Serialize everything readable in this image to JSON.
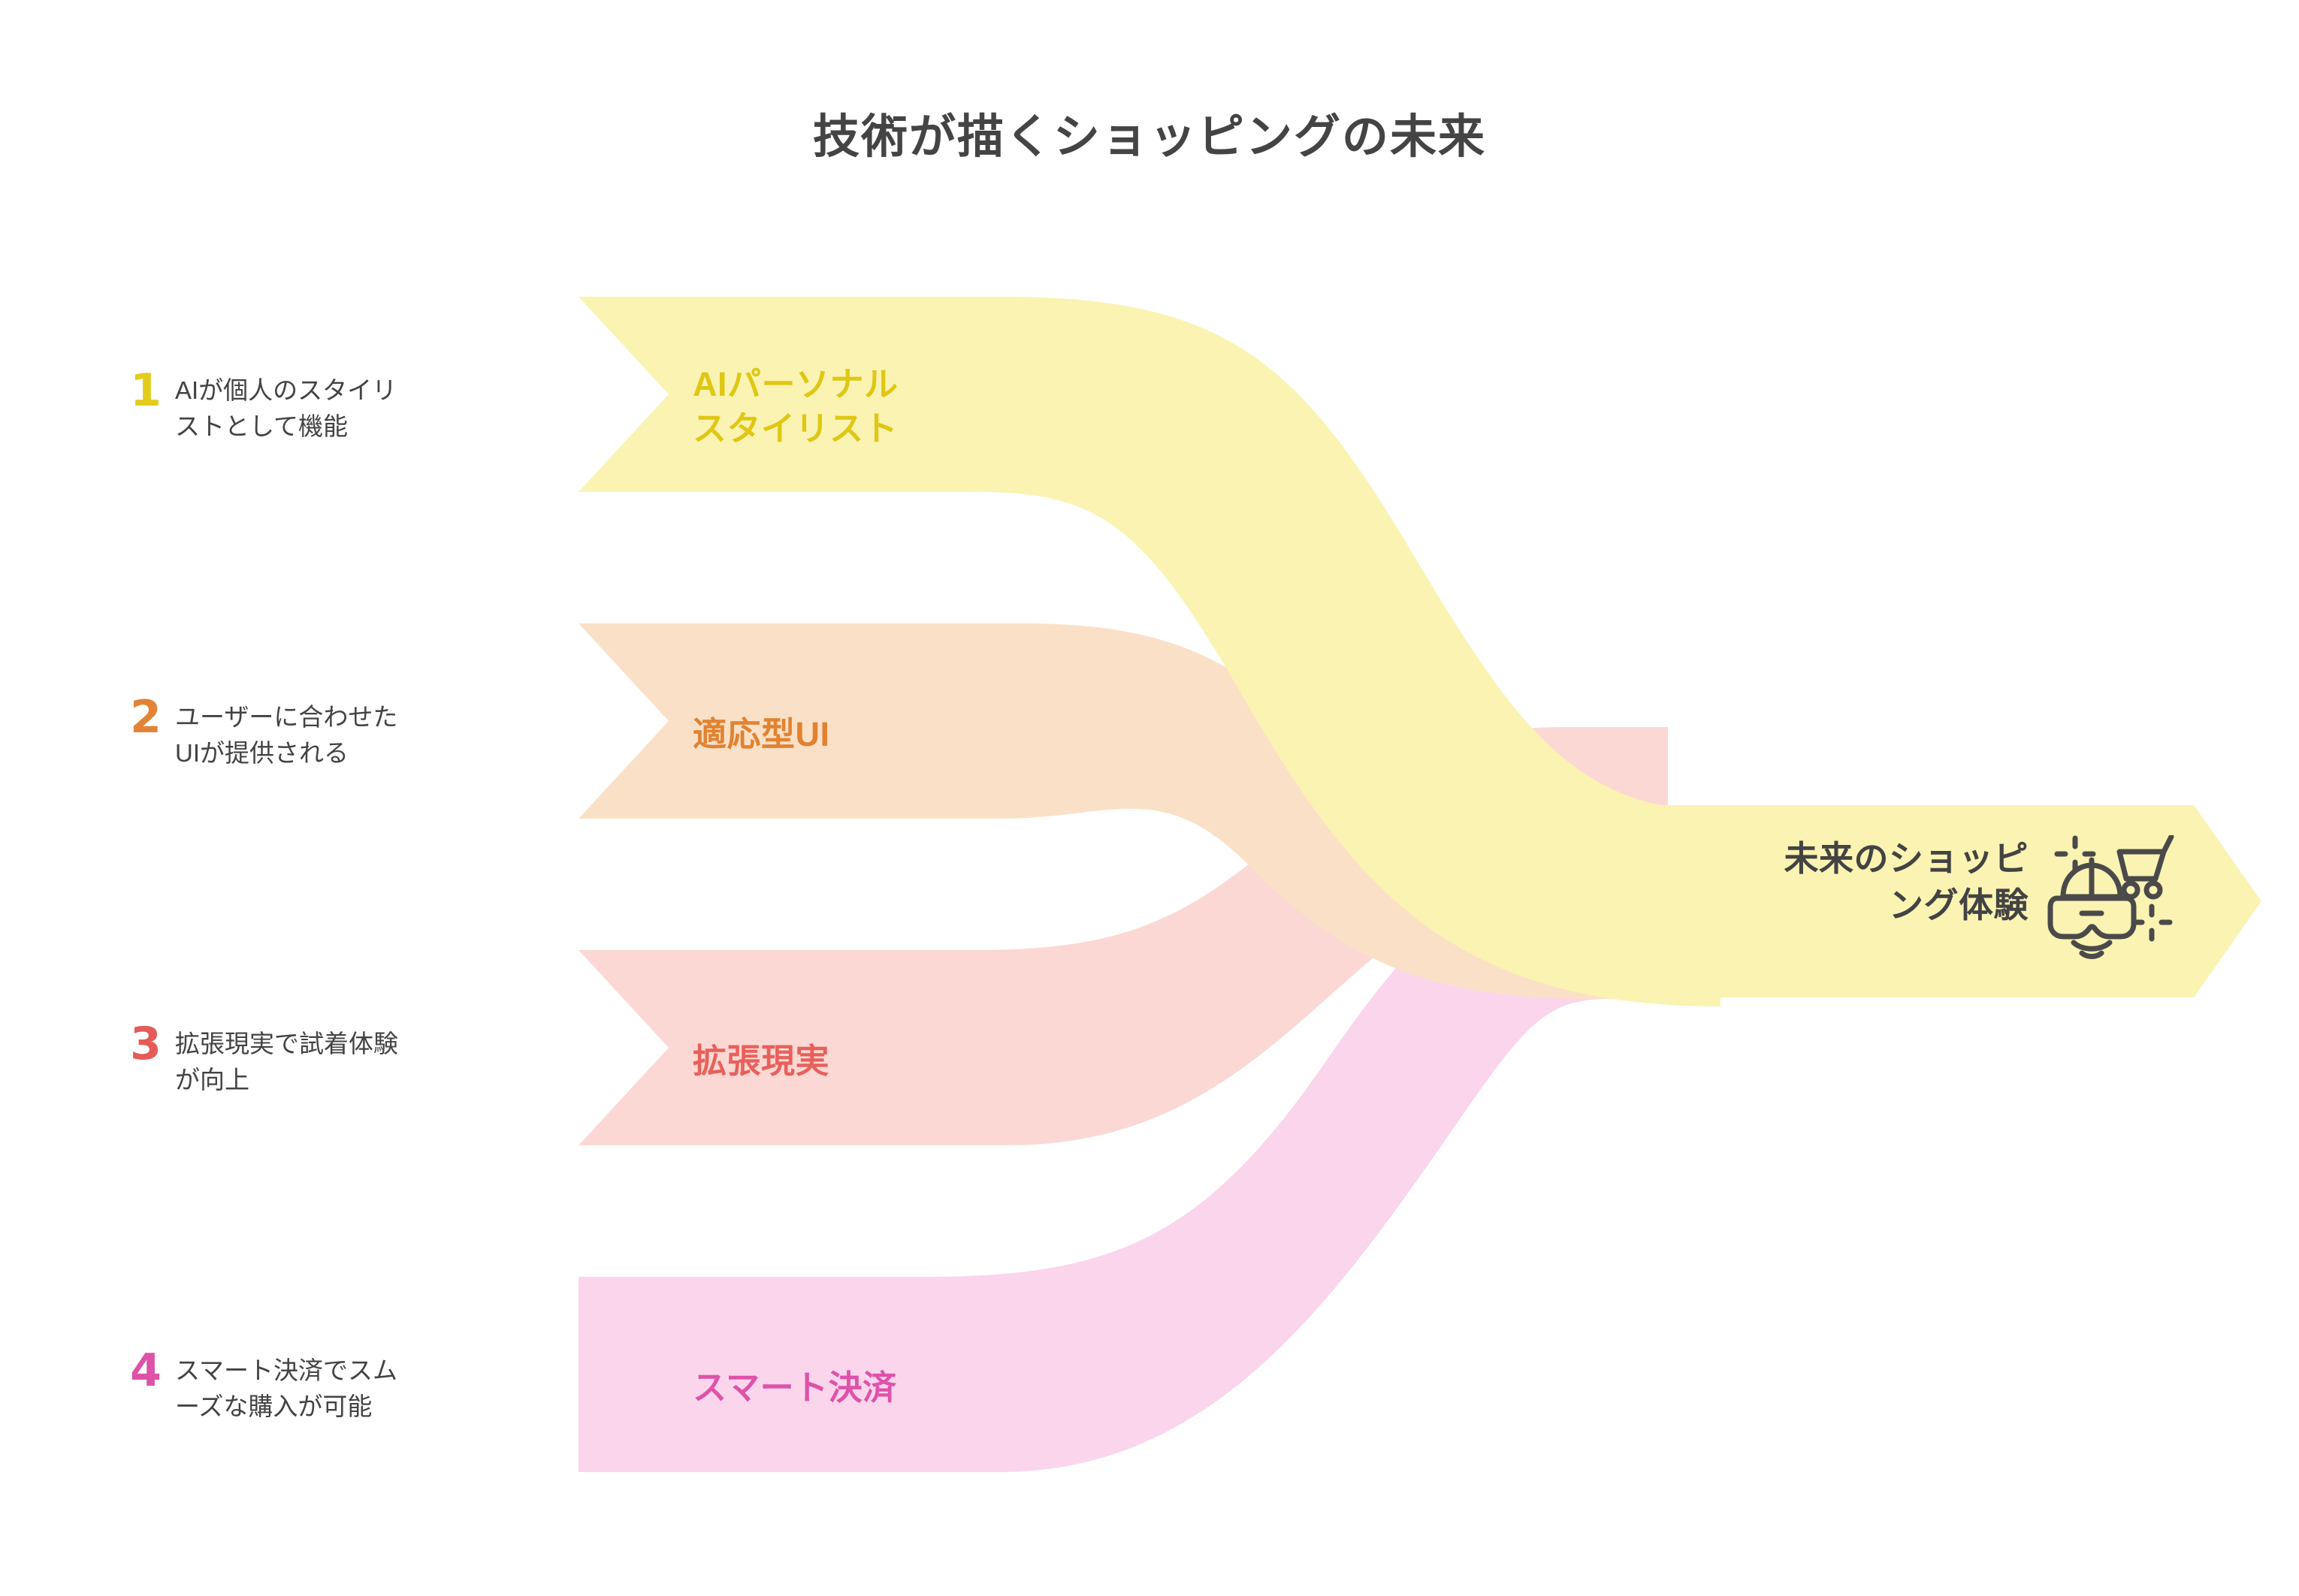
{
  "page": {
    "title": "技術が描くショッピングの未来",
    "background": "#ffffff",
    "title_color": "#444444"
  },
  "steps": [
    {
      "number": "1",
      "number_color": "#E3CC1B",
      "description": "AIが個人のスタイリ\nストとして機能"
    },
    {
      "number": "2",
      "number_color": "#E28438",
      "description": "ユーザーに合わせた\nUIが提供される"
    },
    {
      "number": "3",
      "number_color": "#E55B58",
      "description": "拡張現実で試着体験\nが向上"
    },
    {
      "number": "4",
      "number_color": "#DD52A8",
      "description": "スマート決済でスム\nーズな購入が可能"
    }
  ],
  "bands": [
    {
      "label": "AIパーソナル\nスタイリスト",
      "fill": "#FBF3B2",
      "text_color": "#DFC713"
    },
    {
      "label": "適応型UI",
      "fill": "#FBE0C8",
      "text_color": "#E2822F"
    },
    {
      "label": "拡張現実",
      "fill": "#FCD8D4",
      "text_color": "#E8605B"
    },
    {
      "label": "スマート決済",
      "fill": "#FBD5EC",
      "text_color": "#DE52A9"
    }
  ],
  "outcome": {
    "label": "未来のショッピ\nング体験",
    "fill": "#FBF3B2",
    "text_color": "#434343",
    "icon_name": "vr-headset-shopping-cart-icon",
    "icon_color": "#4A4A4A"
  },
  "chart_data": {
    "type": "diagram",
    "subtype": "converging-process-flow",
    "title": "技術が描くショッピングの未来",
    "node_count": 5,
    "inputs": [
      {
        "index": 1,
        "name": "AIパーソナルスタイリスト",
        "detail": "AIが個人のスタイリストとして機能",
        "color": "#FBF3B2"
      },
      {
        "index": 2,
        "name": "適応型UI",
        "detail": "ユーザーに合わせたUIが提供される",
        "color": "#FBE0C8"
      },
      {
        "index": 3,
        "name": "拡張現実",
        "detail": "拡張現実で試着体験が向上",
        "color": "#FCD8D4"
      },
      {
        "index": 4,
        "name": "スマート決済",
        "detail": "スマート決済でスムーズな購入が可能",
        "color": "#FBD5EC"
      }
    ],
    "output": {
      "name": "未来のショッピング体験",
      "color": "#FBF3B2"
    },
    "flow_direction": "left-to-right",
    "legend": "none",
    "grid": false
  }
}
